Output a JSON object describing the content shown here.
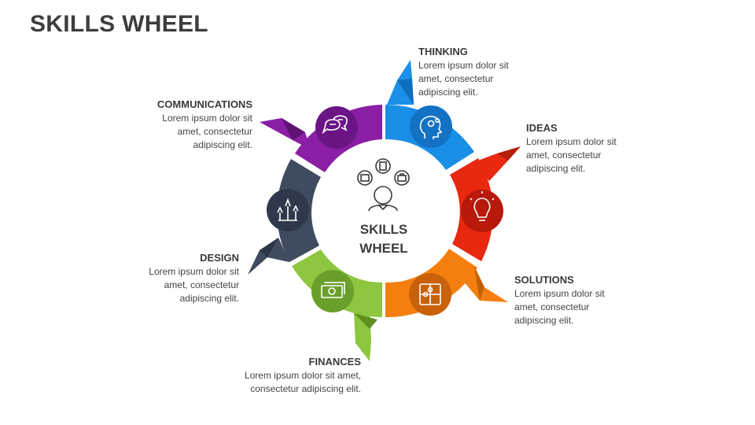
{
  "title": "SKILLS WHEEL",
  "center": {
    "line1": "SKILLS",
    "line2": "WHEEL"
  },
  "segments": [
    {
      "key": "thinking",
      "heading": "THINKING",
      "text": "Lorem ipsum dolor sit amet, consectetur adipiscing elit.",
      "color": "#1a8fe8",
      "icon": "head-gears-icon"
    },
    {
      "key": "ideas",
      "heading": "IDEAS",
      "text": "Lorem ipsum dolor sit amet, consectetur adipiscing elit.",
      "color": "#e8280f",
      "icon": "lightbulb-icon"
    },
    {
      "key": "solutions",
      "heading": "SOLUTIONS",
      "text": "Lorem ipsum dolor sit amet, consectetur adipiscing elit.",
      "color": "#f47f0f",
      "icon": "puzzle-icon"
    },
    {
      "key": "finances",
      "heading": "FINANCES",
      "text": "Lorem ipsum dolor sit amet, consectetur adipiscing elit.",
      "color": "#8dc63f",
      "icon": "money-icon"
    },
    {
      "key": "design",
      "heading": "DESIGN",
      "text": "Lorem ipsum dolor sit amet, consectetur adipiscing elit.",
      "color": "#3f4b5e",
      "icon": "design-tools-icon"
    },
    {
      "key": "communications",
      "heading": "COMMUNICATIONS",
      "text": "Lorem ipsum dolor sit amet, consectetur adipiscing elit.",
      "color": "#8a1fa5",
      "icon": "chat-bubbles-icon"
    }
  ]
}
